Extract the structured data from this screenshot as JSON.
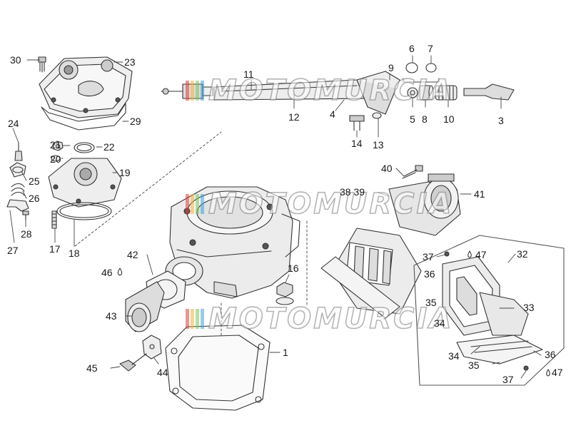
{
  "watermark": {
    "text": "MOTOMURCIA",
    "colors": [
      "#e23b3b",
      "#f3b23a",
      "#7fc35a",
      "#3fa0d8"
    ]
  },
  "callouts": [
    {
      "id": "c30",
      "text": "30"
    },
    {
      "id": "c23",
      "text": "23"
    },
    {
      "id": "c29",
      "text": "29"
    },
    {
      "id": "c24",
      "text": "24"
    },
    {
      "id": "c21",
      "text": "21"
    },
    {
      "id": "c22",
      "text": "22"
    },
    {
      "id": "c20",
      "text": "20"
    },
    {
      "id": "c19",
      "text": "19"
    },
    {
      "id": "c25",
      "text": "25"
    },
    {
      "id": "c26",
      "text": "26"
    },
    {
      "id": "c28",
      "text": "28"
    },
    {
      "id": "c27",
      "text": "27"
    },
    {
      "id": "c17",
      "text": "17"
    },
    {
      "id": "c18",
      "text": "18"
    },
    {
      "id": "c11",
      "text": "11"
    },
    {
      "id": "c12",
      "text": "12"
    },
    {
      "id": "c4",
      "text": "4"
    },
    {
      "id": "c9",
      "text": "9"
    },
    {
      "id": "c6",
      "text": "6"
    },
    {
      "id": "c7",
      "text": "7"
    },
    {
      "id": "c5",
      "text": "5"
    },
    {
      "id": "c8",
      "text": "8"
    },
    {
      "id": "c10",
      "text": "10"
    },
    {
      "id": "c3",
      "text": "3"
    },
    {
      "id": "c14",
      "text": "14"
    },
    {
      "id": "c13",
      "text": "13"
    },
    {
      "id": "c40",
      "text": "40"
    },
    {
      "id": "c3839",
      "text": "38 39"
    },
    {
      "id": "c41",
      "text": "41"
    },
    {
      "id": "c32",
      "text": "32"
    },
    {
      "id": "c37a",
      "text": "37"
    },
    {
      "id": "c47a",
      "text": "47"
    },
    {
      "id": "c36a",
      "text": "36"
    },
    {
      "id": "c35a",
      "text": "35"
    },
    {
      "id": "c34a",
      "text": "34"
    },
    {
      "id": "c33",
      "text": "33"
    },
    {
      "id": "c34b",
      "text": "34"
    },
    {
      "id": "c35b",
      "text": "35"
    },
    {
      "id": "c36b",
      "text": "36"
    },
    {
      "id": "c37b",
      "text": "37"
    },
    {
      "id": "c47b",
      "text": "47"
    },
    {
      "id": "c42",
      "text": "42"
    },
    {
      "id": "c46",
      "text": "46"
    },
    {
      "id": "c43",
      "text": "43"
    },
    {
      "id": "c16",
      "text": "16"
    },
    {
      "id": "c1",
      "text": "1"
    },
    {
      "id": "c45",
      "text": "45"
    },
    {
      "id": "c44",
      "text": "44"
    }
  ]
}
